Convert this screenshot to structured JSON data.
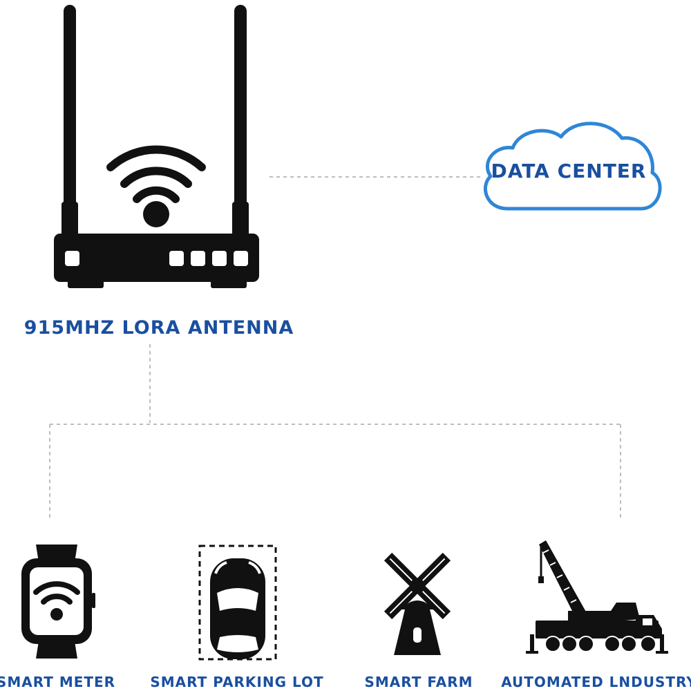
{
  "gateway": {
    "label": "915MHZ LORA ANTENNA",
    "icon": "lora-gateway-icon"
  },
  "cloud": {
    "label": "DATA CENTER",
    "icon": "cloud-icon",
    "color": "#2f86d6"
  },
  "devices": [
    {
      "label": "SMART METER",
      "icon": "smart-watch-icon"
    },
    {
      "label": "SMART PARKING LOT",
      "icon": "car-parking-icon"
    },
    {
      "label": "SMART FARM",
      "icon": "windmill-icon"
    },
    {
      "label": "AUTOMATED LNDUSTRY",
      "icon": "crane-icon"
    }
  ],
  "colors": {
    "label": "#1a4fa0",
    "icon": "#111111",
    "connector": "#bdbdbd"
  }
}
